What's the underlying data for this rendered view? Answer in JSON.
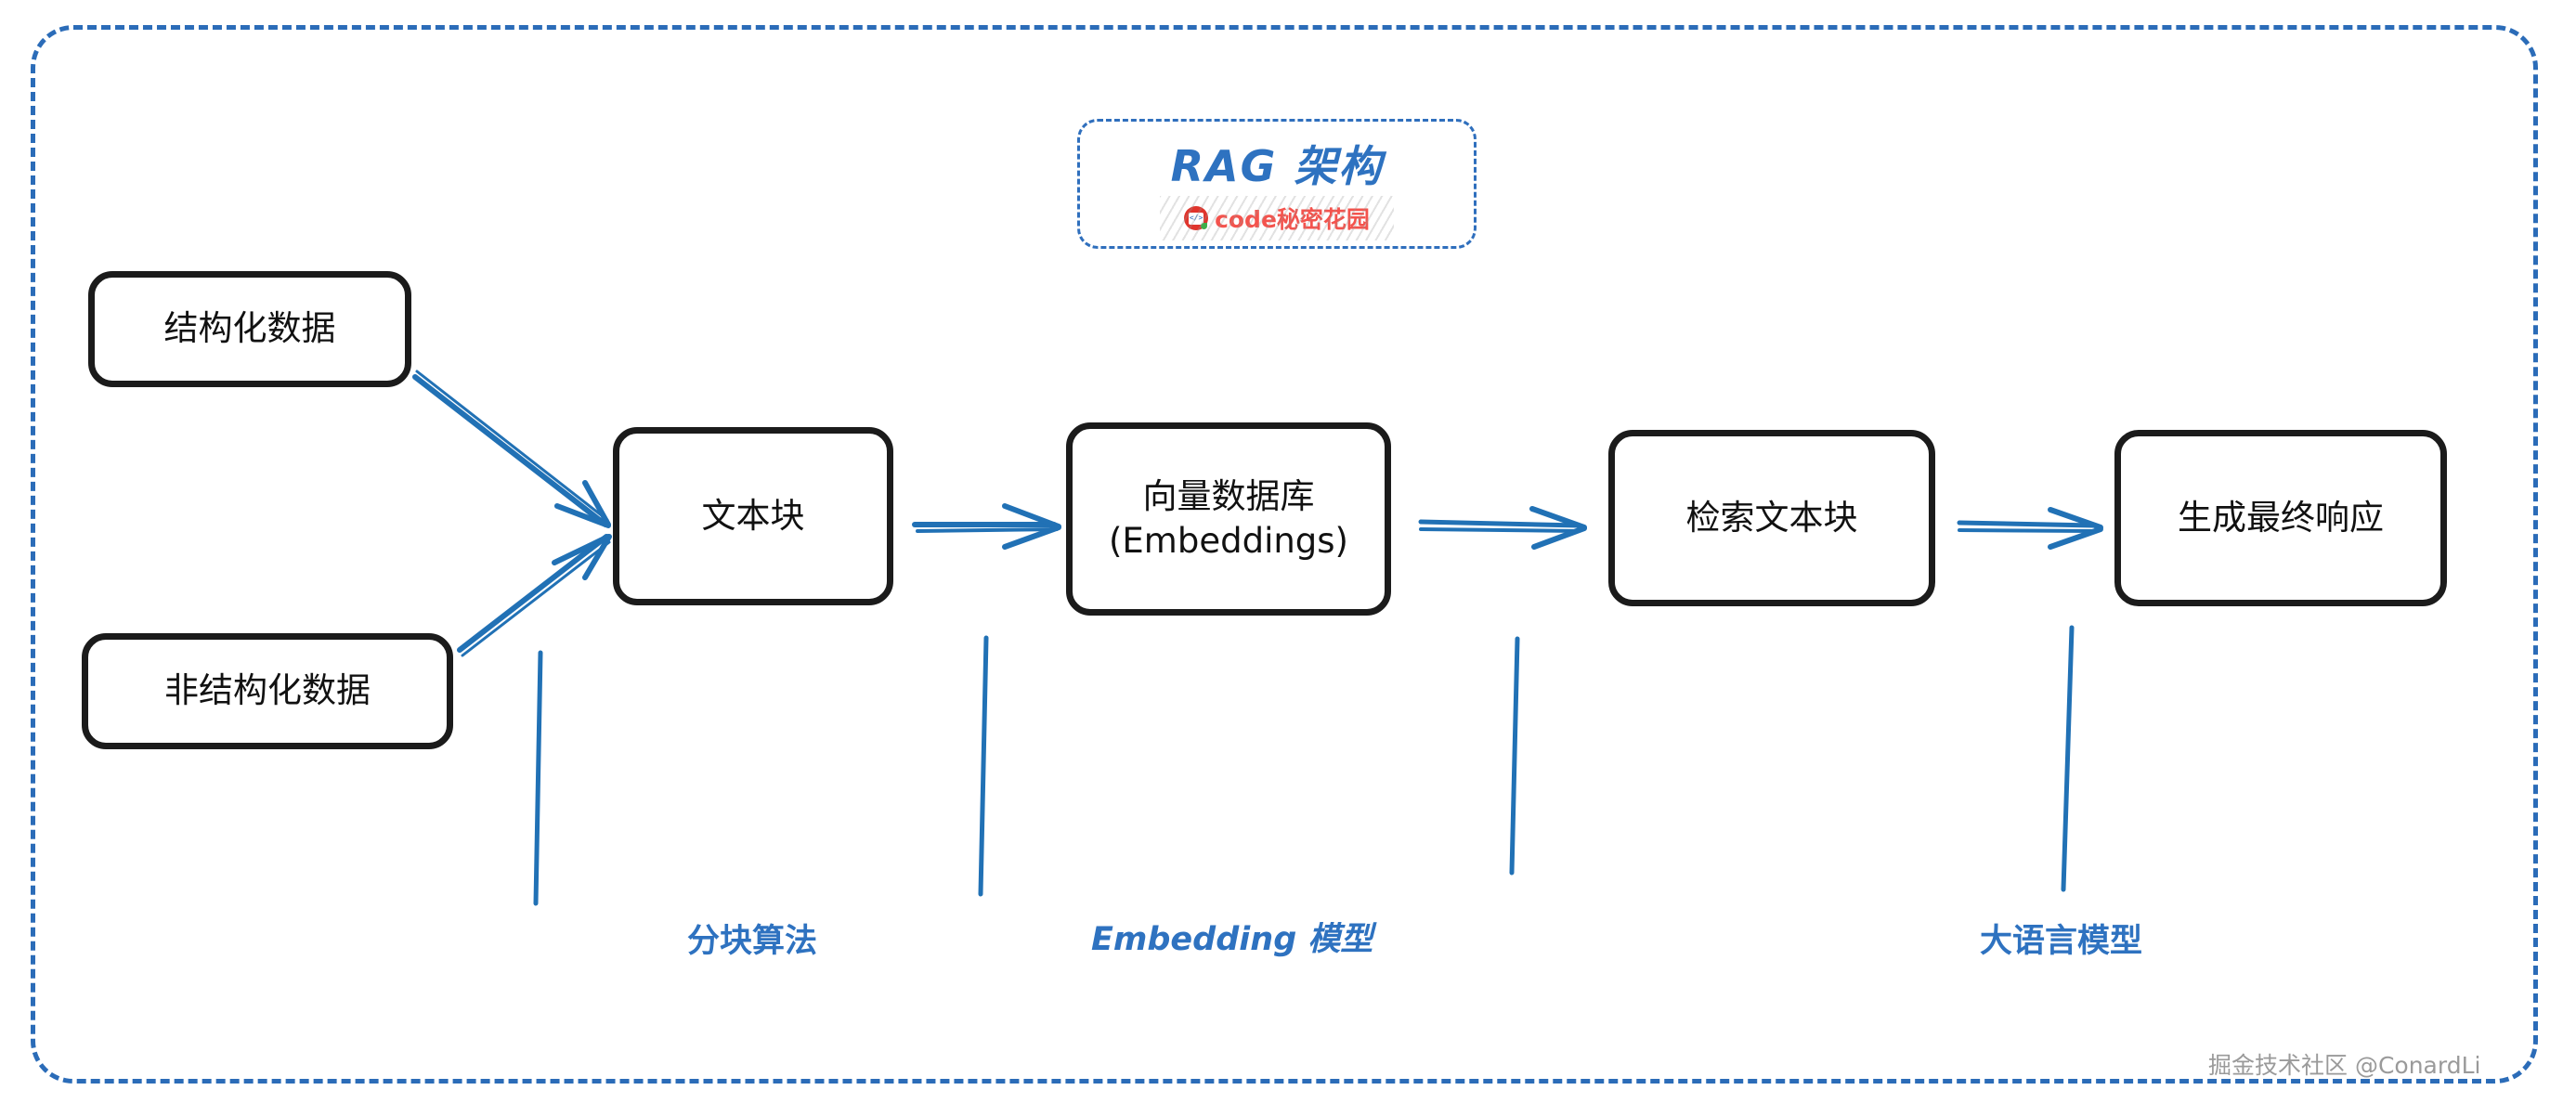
{
  "diagram": {
    "title": "RAG 架构",
    "brand": {
      "logo_icon": "code-logo-icon",
      "name": "code秘密花园"
    },
    "watermark": "掘金技术社区 @ConardLi",
    "accent_color": "#2e72c0",
    "node_border_color": "#1b1b1b",
    "brand_color": "#f4534d",
    "frame_color": "#2b6cb8"
  },
  "nodes": [
    {
      "id": "structured",
      "label": "结构化数据"
    },
    {
      "id": "unstructured",
      "label": "非结构化数据"
    },
    {
      "id": "chunks",
      "label": "文本块"
    },
    {
      "id": "vectordb",
      "line1": "向量数据库",
      "line2": "(Embeddings)"
    },
    {
      "id": "retrieved",
      "label": "检索文本块"
    },
    {
      "id": "response",
      "label": "生成最终响应"
    }
  ],
  "stage_labels": [
    {
      "id": "chunking",
      "label": "分块算法"
    },
    {
      "id": "embedding",
      "label": "Embedding 模型"
    },
    {
      "id": "llm",
      "label": "大语言模型"
    }
  ],
  "chart_data": {
    "type": "diagram",
    "title": "RAG 架构",
    "flow": [
      {
        "from": "结构化数据",
        "to": "文本块"
      },
      {
        "from": "非结构化数据",
        "to": "文本块"
      },
      {
        "from": "文本块",
        "to": "向量数据库 (Embeddings)",
        "stage": "分块算法"
      },
      {
        "from": "向量数据库 (Embeddings)",
        "to": "检索文本块",
        "stage": "Embedding 模型"
      },
      {
        "from": "检索文本块",
        "to": "生成最终响应",
        "stage": "大语言模型"
      }
    ],
    "nodes": [
      "结构化数据",
      "非结构化数据",
      "文本块",
      "向量数据库 (Embeddings)",
      "检索文本块",
      "生成最终响应"
    ],
    "stages": [
      "分块算法",
      "Embedding 模型",
      "大语言模型"
    ]
  }
}
